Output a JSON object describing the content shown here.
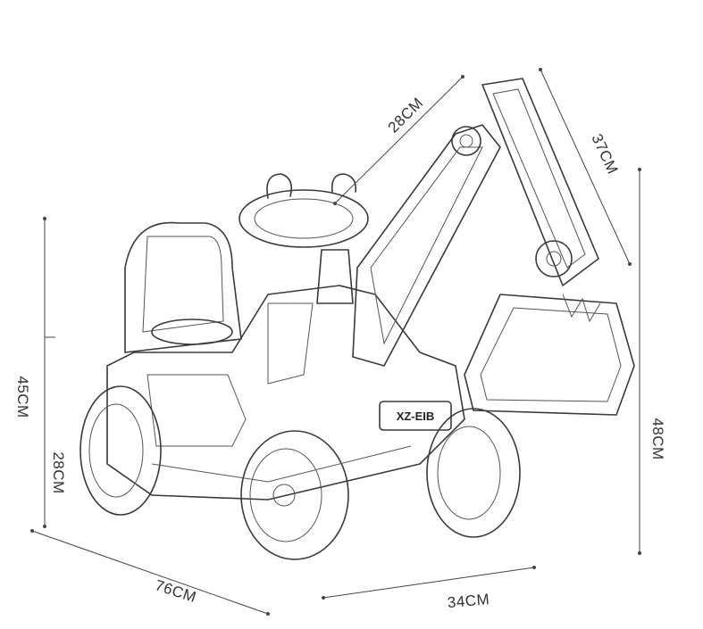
{
  "dimensions": {
    "arm_upper": "28CM",
    "arm_lower": "37CM",
    "seat_height": "45CM",
    "body_height": "28CM",
    "total_height": "48CM",
    "length": "76CM",
    "width": "34CM"
  },
  "nameplate": "XZ-EIB",
  "colors": {
    "line": "#3a3a3a",
    "background": "#ffffff"
  }
}
